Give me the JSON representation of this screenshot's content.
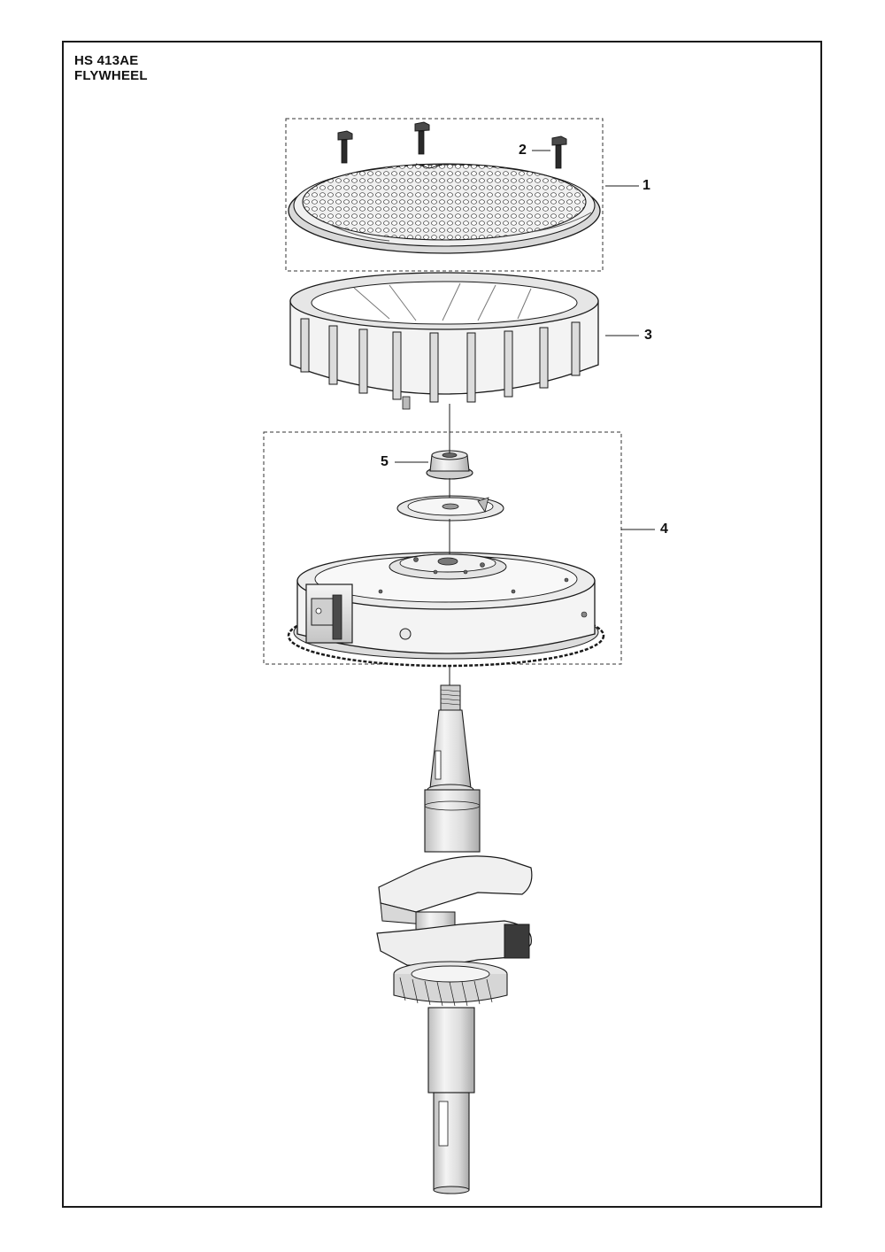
{
  "header": {
    "model": "HS 413AE",
    "assembly": "FLYWHEEL"
  },
  "callouts": [
    {
      "id": "1",
      "label": "1"
    },
    {
      "id": "2",
      "label": "2"
    },
    {
      "id": "3",
      "label": "3"
    },
    {
      "id": "4",
      "label": "4"
    },
    {
      "id": "5",
      "label": "5"
    }
  ],
  "colors": {
    "line": "#1a1a1a",
    "part_fill": "#f2f2f2",
    "part_shade": "#c9c9c9",
    "dark_metal": "#3a3a3a"
  }
}
